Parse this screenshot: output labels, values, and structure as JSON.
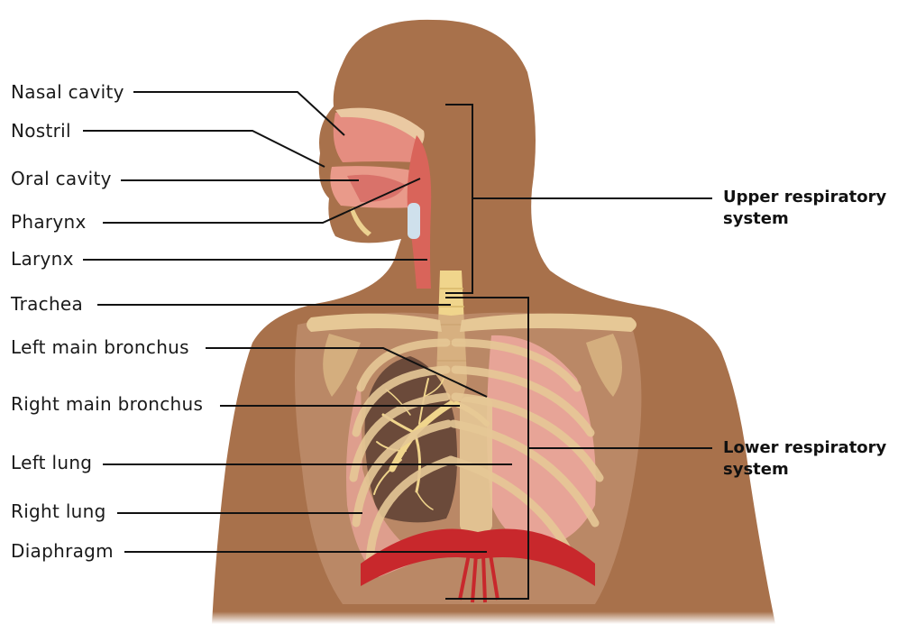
{
  "labels": {
    "nasal_cavity": "Nasal cavity",
    "nostril": "Nostril",
    "oral_cavity": "Oral cavity",
    "pharynx": "Pharynx",
    "larynx": "Larynx",
    "trachea": "Trachea",
    "left_main_bronchus": "Left main bronchus",
    "right_main_bronchus": "Right main bronchus",
    "left_lung": "Left lung",
    "right_lung": "Right lung",
    "diaphragm": "Diaphragm"
  },
  "groups": {
    "upper": {
      "line1": "Upper respiratory",
      "line2": "system"
    },
    "lower": {
      "line1": "Lower respiratory",
      "line2": "system"
    }
  },
  "colors": {
    "skin": "#a8714b",
    "lung": "#e7a497",
    "lung_dark": "#6b4a3a",
    "bone": "#e6c896",
    "airway": "#d9645a",
    "diaphragm": "#c8282c",
    "trachea": "#f0d58c"
  }
}
